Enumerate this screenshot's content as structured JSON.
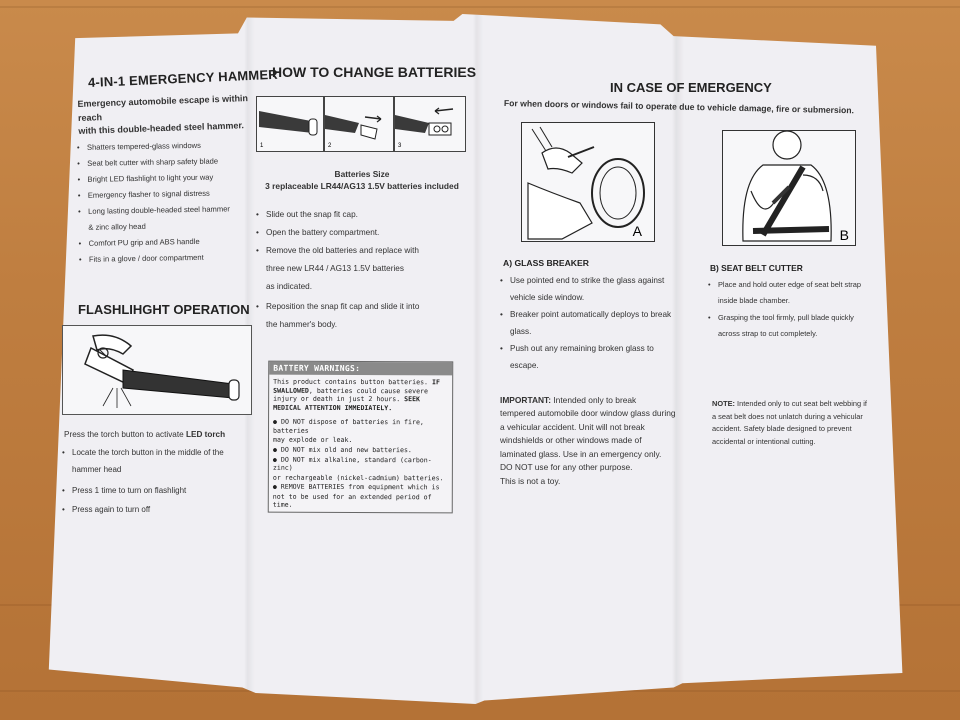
{
  "panel1": {
    "title": "4-IN-1 EMERGENCY HAMMER",
    "subtitle_line1": "Emergency automobile escape is within reach",
    "subtitle_line2": "with this double-headed steel hammer.",
    "features": [
      "Shatters tempered-glass windows",
      "Seat belt cutter with sharp safety blade",
      "Bright LED flashlight to light your way",
      "Emergency flasher to signal distress",
      "Long lasting double-headed steel hammer",
      "& zinc alloy head",
      "Comfort PU grip and ABS handle",
      "Fits in a glove / door compartment"
    ],
    "flashlight_title": "FLASHLIHGHT OPERATION",
    "press_text_prefix": "Press the torch button to activate ",
    "press_text_bold": "LED torch",
    "flash_steps": [
      "Locate the torch button in the middle of the",
      "hammer head",
      "Press 1 time to turn on flashlight",
      "Press again to turn off"
    ]
  },
  "panel2": {
    "title": "HOW TO CHANGE BATTERIES",
    "step_numbers": [
      "1",
      "2",
      "3"
    ],
    "battery_size_label": "Batteries Size",
    "battery_size_value": "3 replaceable LR44/AG13 1.5V batteries included",
    "steps": [
      "Slide out the snap fit cap.",
      "Open the battery compartment.",
      "Remove the old batteries and replace with",
      "three new LR44 / AG13 1.5V batteries",
      "as indicated.",
      "Reposition the snap fit cap and slide it into",
      "the hammer's body."
    ],
    "warnings": {
      "heading": "BATTERY WARNINGS:",
      "intro_1": "This product contains button batteries. ",
      "intro_bold_1": "IF",
      "intro_bold_2": "SWALLOWED",
      "intro_2": ", batteries could cause severe",
      "intro_3": "injury or death in just 2 hours. ",
      "intro_bold_3": "SEEK MEDICAL",
      "intro_bold_4": "ATTENTION IMMEDIATELY.",
      "items": [
        "● DO NOT dispose of batteries in fire, batteries",
        "may explode or leak.",
        "● DO NOT mix old and new batteries.",
        "● DO NOT mix alkaline, standard (carbon-zinc)",
        "or rechargeable (nickel-cadmium) batteries.",
        "● REMOVE BATTERIES from equipment which is",
        "not to be used for an extended period of time."
      ]
    }
  },
  "panel3": {
    "title": "IN CASE OF EMERGENCY",
    "subtitle": "For when doors or windows fail to operate due to vehicle damage, fire or submersion.",
    "fig_a": "A",
    "fig_b": "B",
    "glass_title": "A) GLASS BREAKER",
    "glass_steps": [
      "Use pointed end to strike the glass against",
      "vehicle side window.",
      "Breaker point automatically deploys to break",
      "glass.",
      "Push out any remaining broken glass to",
      "escape."
    ],
    "important_label": "IMPORTANT:",
    "important_lines": [
      " Intended only to break",
      "tempered automobile door window glass during",
      "a vehicular accident.  Unit will not break",
      "windshields or other windows made of",
      "laminated glass.  Use in an emergency only.",
      "DO NOT use for any other purpose.",
      "This is not a toy."
    ],
    "seatbelt_title": "B) SEAT BELT CUTTER",
    "seatbelt_steps": [
      "Place and hold outer edge of seat belt strap",
      "inside blade chamber.",
      "Grasping the tool firmly, pull blade quickly",
      "across strap to cut completely."
    ],
    "note_label": "NOTE:",
    "note_lines": [
      " Intended only to cut seat belt webbing if",
      "a seat belt does not unlatch during a vehicular",
      "accident.  Safety blade designed to prevent",
      "accidental or intentional cutting."
    ]
  },
  "colors": {
    "wood": "#c98a4b",
    "paper": "#f0eff3",
    "ink": "#222222",
    "warning_header": "#8a8a8a"
  }
}
